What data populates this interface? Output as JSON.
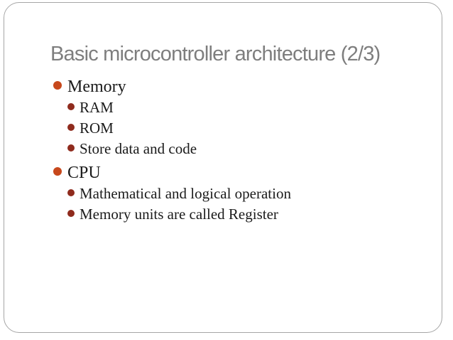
{
  "slide": {
    "title": "Basic microcontroller architecture (2/3)",
    "bullets": [
      {
        "level": 1,
        "text": "Memory"
      },
      {
        "level": 2,
        "text": "RAM"
      },
      {
        "level": 2,
        "text": "ROM"
      },
      {
        "level": 2,
        "text": "Store data and code"
      },
      {
        "level": 1,
        "text": "CPU"
      },
      {
        "level": 2,
        "text": "Mathematical and logical operation"
      },
      {
        "level": 2,
        "text": "Memory units are called Register"
      }
    ],
    "bullet_icon": "filled-circle",
    "colors": {
      "background": "#FFFFFF",
      "border": "#A6A6A6",
      "title_text": "#7E7E7E",
      "body_text": "#1B1B1B",
      "bullet_level1": "#C7481C",
      "bullet_level2": "#8F2B1D"
    }
  }
}
